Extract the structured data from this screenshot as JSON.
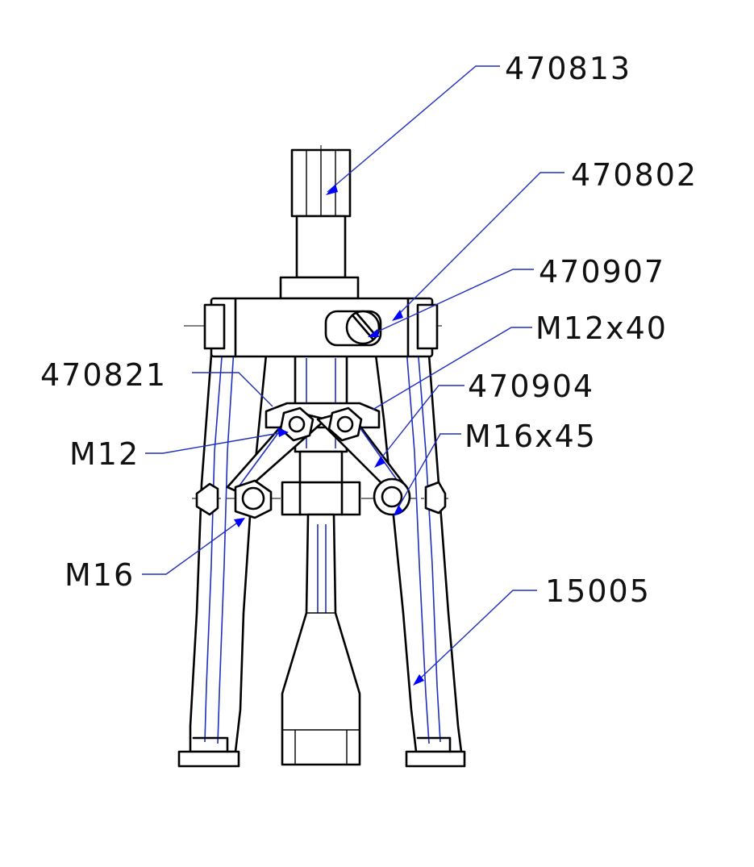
{
  "diagram": {
    "labels": {
      "l470813": "470813",
      "l470802": "470802",
      "l470907": "470907",
      "lM12x40": "M12x40",
      "l470821": "470821",
      "l470904": "470904",
      "lM12": "M12",
      "lM16x45": "M16x45",
      "lM16": "M16",
      "l15005": "15005"
    },
    "colors": {
      "leader_line": "#1f2fbf",
      "leader_arrow": "#0000ff",
      "outline": "#000000",
      "background": "#ffffff"
    }
  }
}
